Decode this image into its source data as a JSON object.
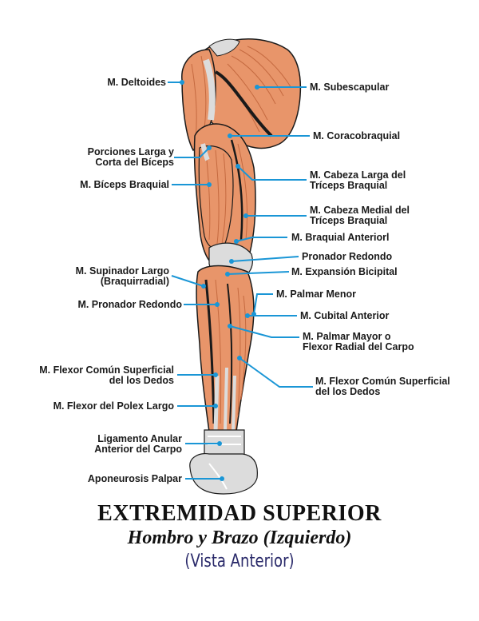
{
  "labels_left": [
    {
      "id": "deltoides",
      "text": "M. Deltoides"
    },
    {
      "id": "biceps-porciones",
      "text": "Porciones Larga y\nCorta del Bíceps"
    },
    {
      "id": "biceps-braquial",
      "text": "M. Bíceps Braquial"
    },
    {
      "id": "supinador-largo",
      "text": "M. Supinador Largo\n(Braquirradial)"
    },
    {
      "id": "pronador-redondo-left",
      "text": "M. Pronador Redondo"
    },
    {
      "id": "flexor-comun-left",
      "text": "M. Flexor Común Superficial\ndel los Dedos"
    },
    {
      "id": "flexor-polex",
      "text": "M. Flexor del Polex Largo"
    },
    {
      "id": "ligamento-anular",
      "text": "Ligamento Anular\nAnterior del Carpo"
    },
    {
      "id": "aponeurosis",
      "text": "Aponeurosis Palpar"
    }
  ],
  "labels_right": [
    {
      "id": "subescapular",
      "text": "M. Subescapular"
    },
    {
      "id": "coracobraquial",
      "text": "M. Coracobraquial"
    },
    {
      "id": "triceps-larga",
      "text": "M. Cabeza Larga del\nTríceps Braquial"
    },
    {
      "id": "triceps-medial",
      "text": "M. Cabeza Medial del\nTríceps Braquial"
    },
    {
      "id": "braquial-anterior",
      "text": "M. Braquial Anteriorl"
    },
    {
      "id": "pronador-redondo-right",
      "text": "Pronador Redondo"
    },
    {
      "id": "expansion-bicipital",
      "text": "M. Expansión Bicipital"
    },
    {
      "id": "palmar-menor",
      "text": "M. Palmar Menor"
    },
    {
      "id": "cubital-anterior",
      "text": "M. Cubital Anterior"
    },
    {
      "id": "palmar-mayor",
      "text": "M. Palmar Mayor o\nFlexor Radial del Carpo"
    },
    {
      "id": "flexor-comun-right",
      "text": "M. Flexor Común Superficial\ndel los Dedos"
    }
  ],
  "title": "EXTREMIDAD SUPERIOR",
  "subtitle": "Hombro y Brazo (Izquierdo)",
  "view": "(Vista Anterior)",
  "colors": {
    "muscle": "#e8956a",
    "muscle_dark": "#c56a40",
    "tendon": "#dcdcdc",
    "line": "#1a96d6",
    "outline": "#1a1a1a"
  }
}
